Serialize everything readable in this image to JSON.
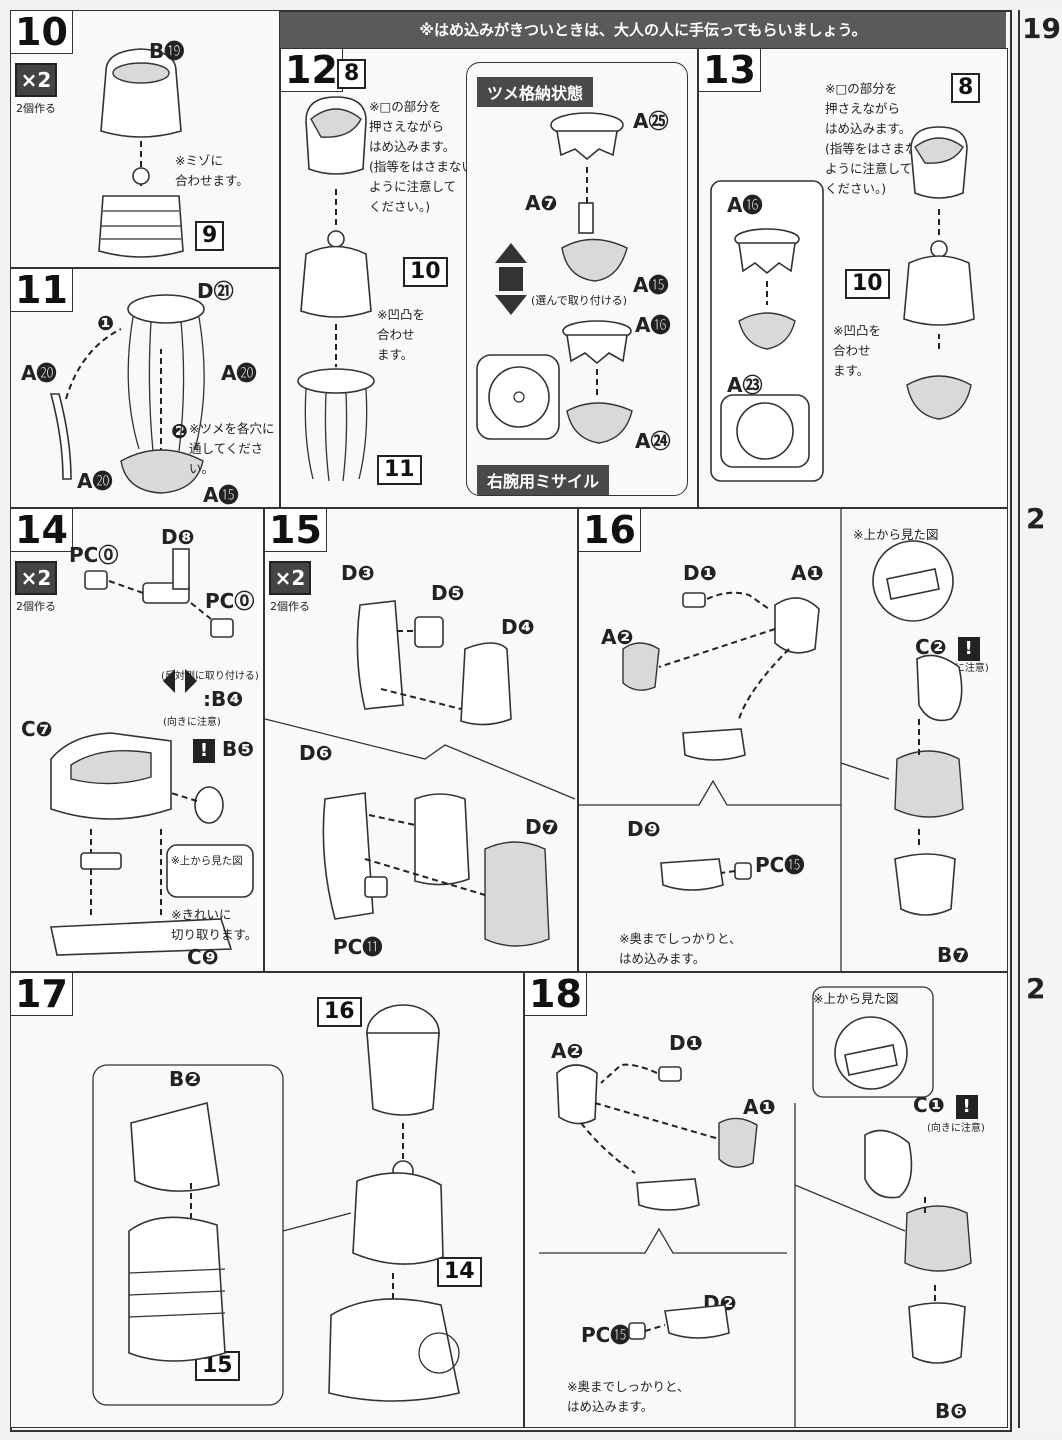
{
  "banner": "※はめ込みがきついときは、大人の人に手伝ってもらいましょう。",
  "steps": {
    "s10": {
      "num": "10",
      "mult": "×2",
      "mult_text": "2個作る",
      "part_top": "B⓳",
      "note": "※ミゾに\n合わせます。",
      "box": "9"
    },
    "s11": {
      "num": "11",
      "d": "D㉑",
      "a_left": "A⓴",
      "a_right": "A⓴",
      "a_bot": "A⓴",
      "a15": "A⓯",
      "note": "※ツメを各穴に\n通してください。",
      "n1": "❶",
      "n2": "❷"
    },
    "s12": {
      "num": "12",
      "box8": "8",
      "box10": "10",
      "box11": "11",
      "note1": "※□の部分を\n押さえながら\nはめ込みます。\n(指等をはさまない\nように注意して\nください。)",
      "note2": "※凹凸を\n合わせ\nます。"
    },
    "s12b": {
      "tag_top": "ツメ格納状態",
      "tag_bot": "右腕用ミサイル",
      "a25": "A㉕",
      "a7": "A❼",
      "a15": "A⓯",
      "a16": "A⓰",
      "a24": "A㉔",
      "choose": "(選んで取り付ける)"
    },
    "s13": {
      "num": "13",
      "box8": "8",
      "box10": "10",
      "a16": "A⓰",
      "a23": "A㉓",
      "note1": "※□の部分を\n押さえながら\nはめ込みます。\n(指等をはさまない\nように注意して\nください。)",
      "note2": "※凹凸を\n合わせ\nます。"
    },
    "s14": {
      "num": "14",
      "mult": "×2",
      "mult_text": "2個作る",
      "pcn1": "PC⓪",
      "d8": "D❽",
      "pcn2": "PC⓪",
      "opp": "(反対側に取り付ける)",
      "b4": ":B❹",
      "caution": "(向きに注意)",
      "b5": "B❺",
      "c7": "C❼",
      "topview": "※上から見た図",
      "cut": "※きれいに\n切り取ります。",
      "c9": "C❾"
    },
    "s15": {
      "num": "15",
      "mult": "×2",
      "mult_text": "2個作る",
      "d3": "D❸",
      "d5": "D❺",
      "d4": "D❹",
      "d6": "D❻",
      "d7": "D❼",
      "pcb": "PC⓫"
    },
    "s16": {
      "num": "16",
      "d1": "D❶",
      "a1": "A❶",
      "a2": "A❷",
      "topview": "※上から見た図",
      "c2": "C❷",
      "caution": "(向きに注意)",
      "d9": "D❾",
      "pcf": "PC⓯",
      "note": "※奥までしっかりと、\nはめ込みます。",
      "b7": "B❼"
    },
    "s17": {
      "num": "17",
      "b2": "B❷",
      "box16": "16",
      "box14": "14",
      "box15": "15"
    },
    "s18": {
      "num": "18",
      "a2": "A❷",
      "d1": "D❶",
      "a1": "A❶",
      "topview": "※上から見た図",
      "c1": "C❶",
      "caution": "(向きに注意)",
      "d2": "D❷",
      "pcf": "PC⓯",
      "note": "※奥までしっかりと、\nはめ込みます。",
      "b6": "B❻"
    }
  },
  "edge": {
    "s19": "19",
    "s2a": "2",
    "s2b": "2"
  }
}
